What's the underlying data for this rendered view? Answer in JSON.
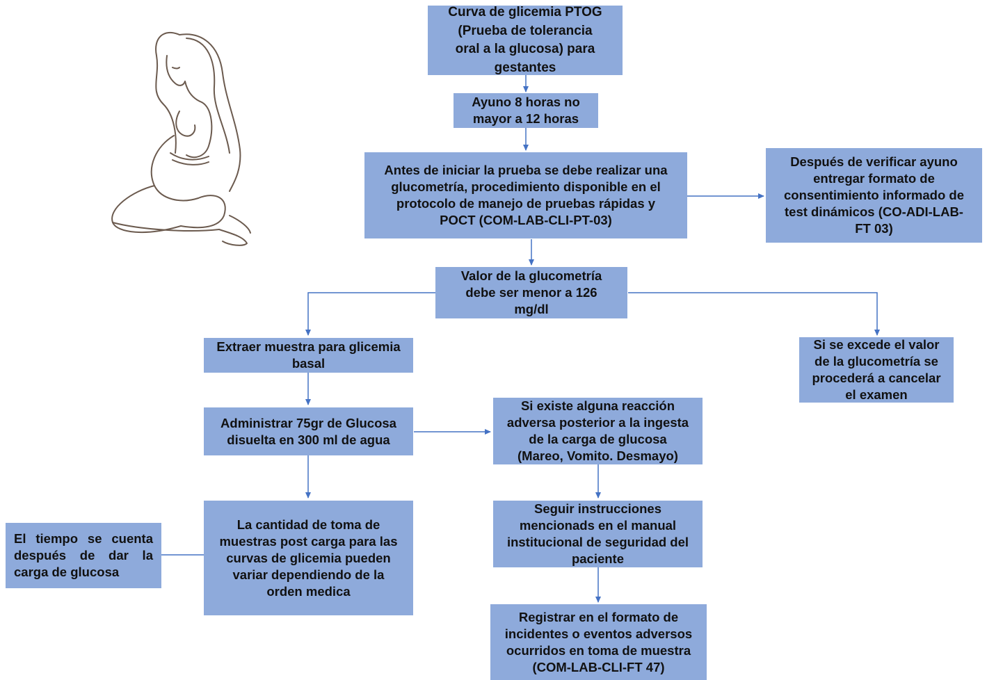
{
  "accent_color": "#8eaadb",
  "connector_color": "#4472c4",
  "illustration": {
    "icon": "pregnant-woman-icon"
  },
  "boxes": {
    "title": "Curva de glicemia PTOG\n(Prueba de tolerancia\noral a la glucosa) para\ngestantes",
    "fasting": "Ayuno 8 horas no\nmayor a 12 horas",
    "glucometry": "Antes de iniciar la prueba se debe realizar una\nglucometría, procedimiento disponible en el\nprotocolo de manejo de pruebas rápidas y\nPOCT (COM-LAB-CLI-PT-03)",
    "consent": "Después de verificar ayuno\nentregar formato de\nconsentimiento informado de\ntest dinámicos (CO-ADI-LAB-\nFT 03)",
    "value_check": "Valor de la glucometría\ndebe ser menor a 126\nmg/dl",
    "basal_sample": "Extraer muestra para glicemia\nbasal",
    "cancel": "Si se excede el valor\nde la glucometría se\nprocederá a cancelar\nel examen",
    "administer": "Administrar 75gr de Glucosa\ndisuelta en 300 ml de agua",
    "adverse_reaction": "Si existe alguna reacción\nadversa posterior a la ingesta\nde la carga de glucosa\n(Mareo, Vomito. Desmayo)",
    "time_note": "El tiempo se cuenta después de dar la carga de glucosa",
    "samples_quantity": "La cantidad de toma de\nmuestras post carga para las\ncurvas de glicemia pueden\nvariar dependiendo de la\norden medica",
    "safety_instructions": "Seguir instrucciones\nmencionads en el manual\ninstitucional de seguridad del\npaciente",
    "register_incident": "Registrar en el formato de\nincidentes o eventos adversos\nocurridos en toma de muestra\n(COM-LAB-CLI-FT 47)"
  }
}
